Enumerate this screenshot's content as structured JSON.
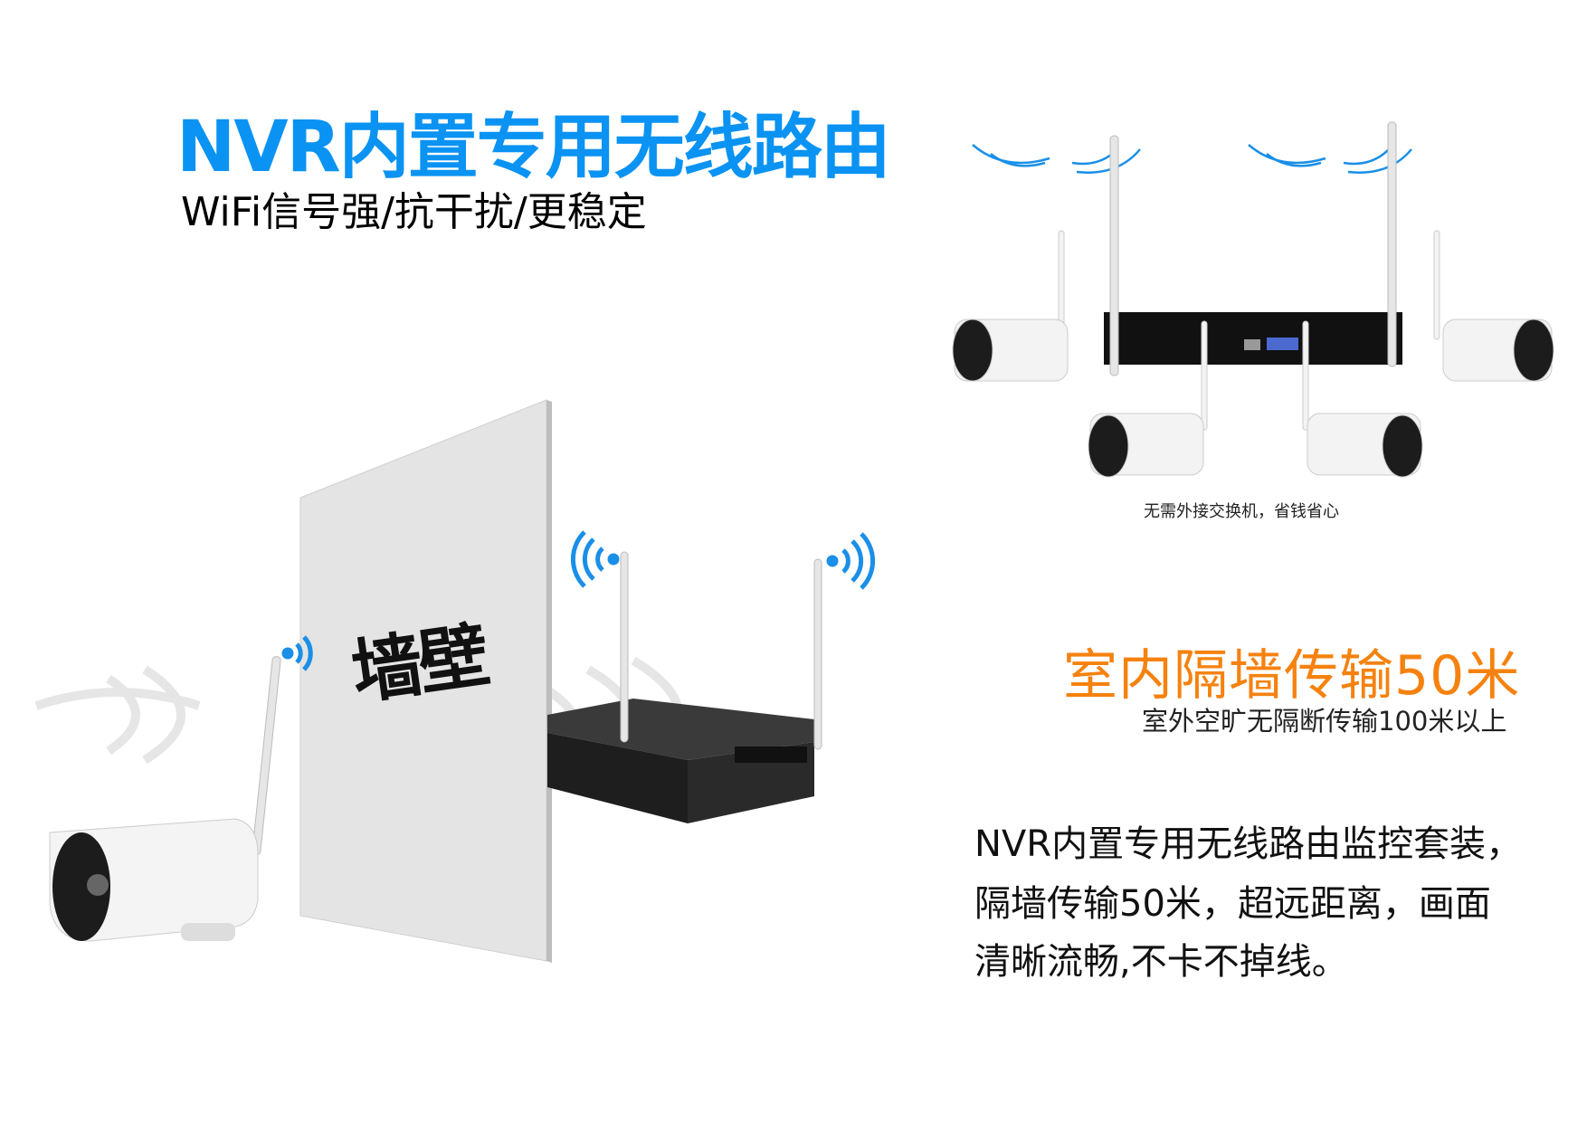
{
  "header": {
    "title": "NVR内置专用无线路由",
    "subtitle": "WiFi信号强/抗干扰/更稳定"
  },
  "diagram": {
    "caption": "无需外接交换机，省钱省心",
    "wall_label": "墙壁"
  },
  "feature": {
    "headline": "室内隔墙传输50米",
    "subline": "室外空旷无隔断传输100米以上"
  },
  "description": {
    "lines": [
      "NVR内置专用无线路由监控套装，",
      "隔墙传输50米，超远距离，画面",
      "清晰流畅,不卡不掉线。"
    ]
  },
  "colors": {
    "title": "#0a93f2",
    "headline": "#f5820f",
    "wifi": "#1a8fe8"
  }
}
